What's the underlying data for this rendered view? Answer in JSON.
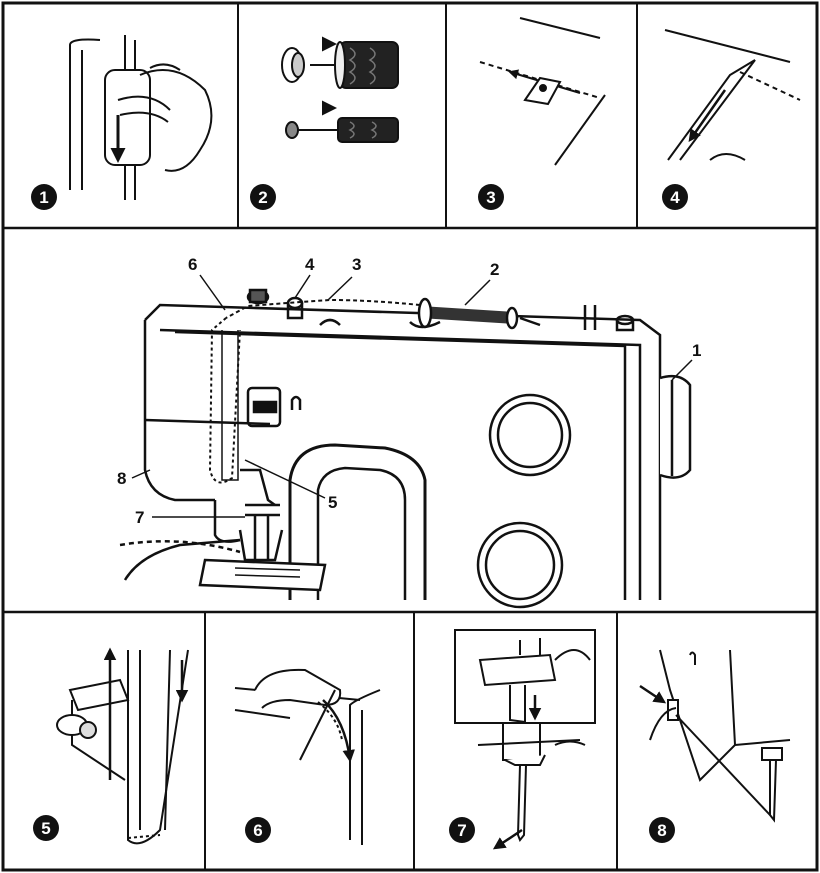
{
  "top_steps": [
    {
      "badge": "1",
      "icon": "spool-holder-hand-icon"
    },
    {
      "badge": "2",
      "icon": "spool-and-cap-icon"
    },
    {
      "badge": "3",
      "icon": "thread-guide-icon"
    },
    {
      "badge": "4",
      "icon": "tension-guide-icon"
    }
  ],
  "main": {
    "callouts": [
      "6",
      "4",
      "3",
      "2",
      "1",
      "8",
      "5",
      "7"
    ]
  },
  "bottom_steps": [
    {
      "badge": "5",
      "icon": "take-up-lever-icon"
    },
    {
      "badge": "6",
      "icon": "thread-hook-icon"
    },
    {
      "badge": "7",
      "icon": "needle-threading-icon"
    },
    {
      "badge": "8",
      "icon": "needle-bar-guide-icon"
    }
  ]
}
